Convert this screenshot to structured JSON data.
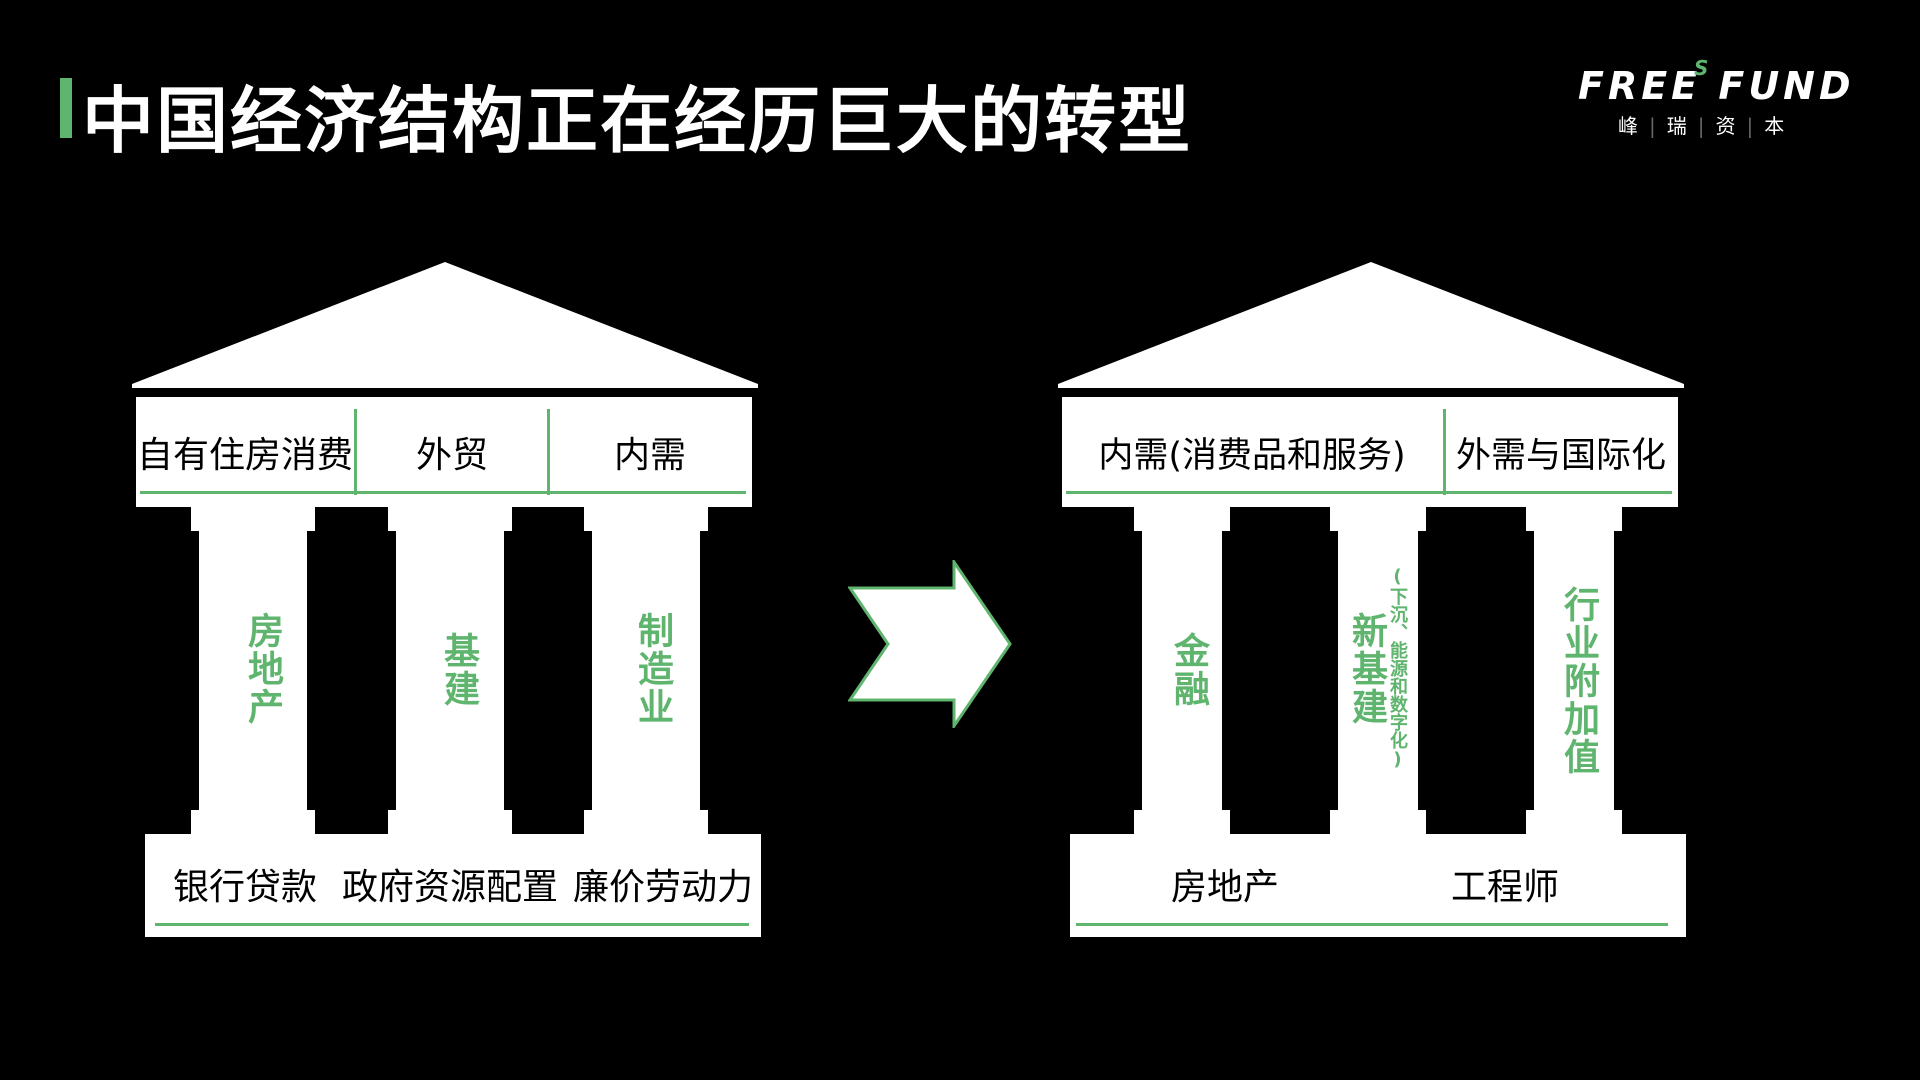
{
  "title": "中国经济结构正在经历巨大的转型",
  "logo": {
    "text": "FREE FUND",
    "s": "S",
    "cn": [
      "峰",
      "瑞",
      "资",
      "本"
    ]
  },
  "left": {
    "beam": [
      "自有住房消费",
      "外贸",
      "内需"
    ],
    "columns": [
      "房地产",
      "基建",
      "制造业"
    ],
    "base": [
      "银行贷款",
      "政府资源配置",
      "廉价劳动力"
    ]
  },
  "right": {
    "beam": [
      "内需(消费品和服务)",
      "外需与国际化"
    ],
    "columns": [
      "金融",
      "新基建",
      "行业附加值"
    ],
    "column_note": "(下沉、能源和数字化)",
    "base": [
      "房地产",
      "工程师"
    ]
  },
  "colors": {
    "accent": "#5fb46e",
    "background": "#000000",
    "panel": "#ffffff"
  }
}
